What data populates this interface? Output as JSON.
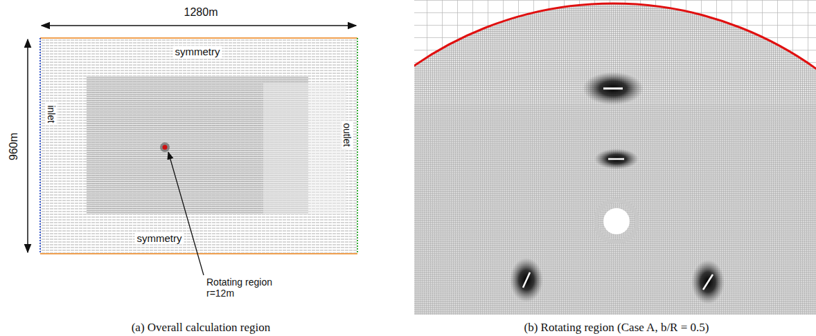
{
  "diagram": {
    "labels": [
      "1280m",
      "960m",
      "symmetry",
      "inlet",
      "outlet",
      "symmetry",
      "Rotating region r=12m",
      "(a) Overall calculation region",
      "(b) Rotating region (Case A, b/R = 0.5)"
    ]
  }
}
